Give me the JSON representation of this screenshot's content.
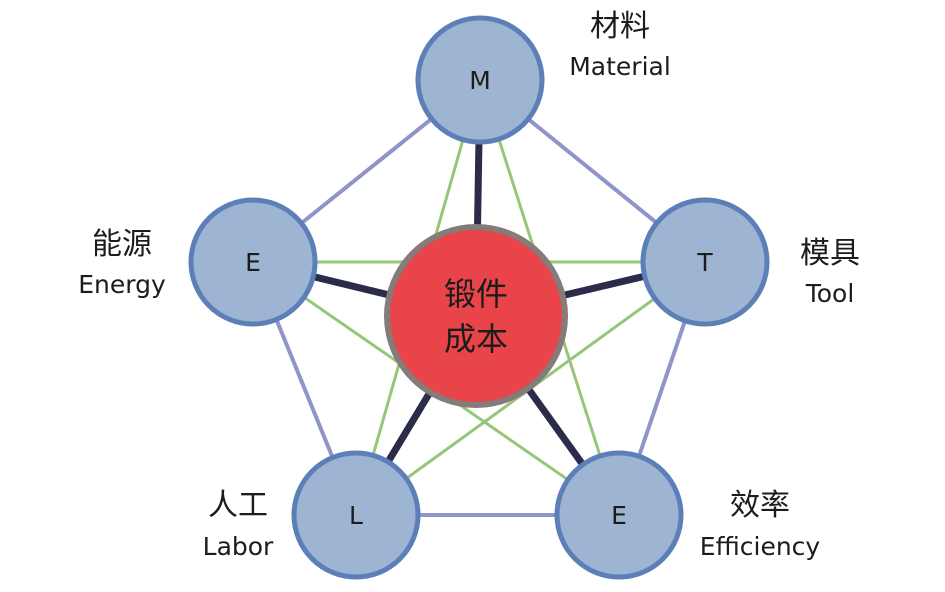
{
  "center": {
    "line1": "锻件",
    "line2": "成本"
  },
  "nodes": {
    "material": {
      "letter": "M",
      "label_cn": "材料",
      "label_en": "Material"
    },
    "tool": {
      "letter": "T",
      "label_cn": "模具",
      "label_en": "Tool"
    },
    "efficiency": {
      "letter": "E",
      "label_cn": "效率",
      "label_en": "Efficiency"
    },
    "labor": {
      "letter": "L",
      "label_cn": "人工",
      "label_en": "Labor"
    },
    "energy": {
      "letter": "E",
      "label_cn": "能源",
      "label_en": "Energy"
    }
  },
  "colors": {
    "node_fill": "#9db4d3",
    "node_stroke": "#5b7fb6",
    "center_fill": "#e8444a",
    "center_stroke": "#857c7a",
    "spoke": "#2b2b4a",
    "ring": "#8f95c8",
    "star": "#96c678"
  }
}
